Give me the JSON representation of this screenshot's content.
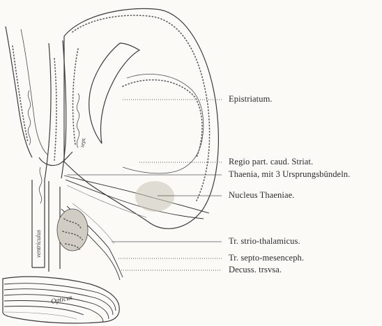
{
  "labels": {
    "epistriatum": "Epistriatum.",
    "regio": "Regio part. caud. Striat.",
    "thaenia": "Thaenia, mit 3 Ursprungsbündeln.",
    "nucleus": "Nucleus Thaeniae.",
    "strio": "Tr. strio-thalamicus.",
    "septo": "Tr. septo-mesenceph.",
    "decuss": "Decuss. trsvsa."
  },
  "inscriptions": {
    "ventriculus": "ventriculus",
    "opticus": "Opticus",
    "septum": "sept."
  }
}
